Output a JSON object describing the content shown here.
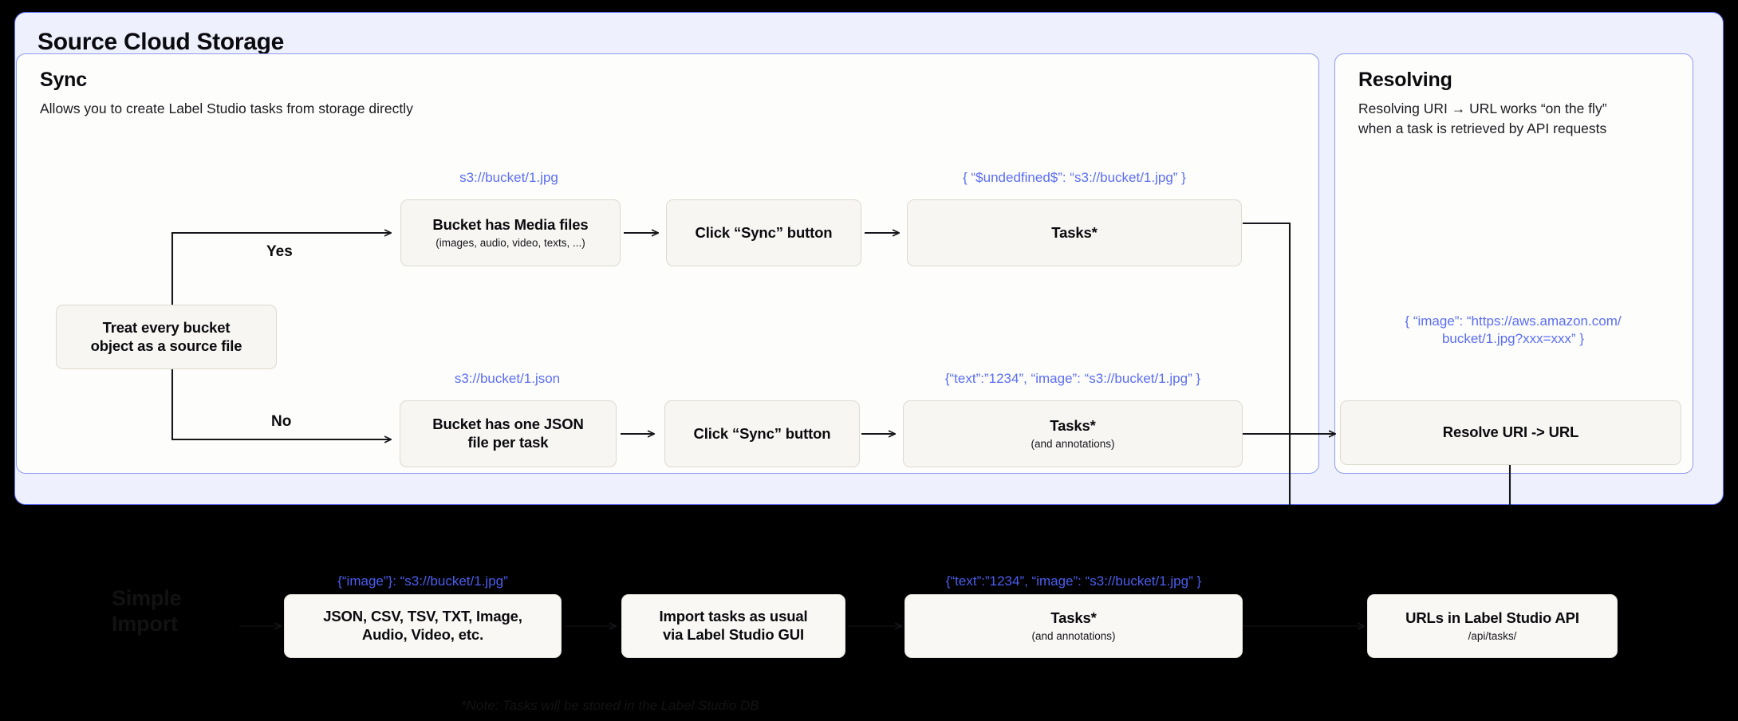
{
  "card": {
    "title": "Source Cloud Storage",
    "accent_color": "#5b6ef5",
    "background_color": "#eef0fd"
  },
  "panels": {
    "sync": {
      "title": "Sync",
      "subtitle": "Allows you to create Label Studio tasks from storage directly"
    },
    "resolving": {
      "title": "Resolving",
      "subtitle": "Resolving URI → URL works “on the fly”\nwhen a task is retrieved by API requests"
    }
  },
  "decision": {
    "label": "Treat every bucket\nobject as a source file",
    "yes_label": "Yes",
    "no_label": "No"
  },
  "yes_branch": {
    "payload_in": "s3://bucket/1.jpg",
    "bucket_box": {
      "title": "Bucket has Media files",
      "subtitle": "(images, audio, video, texts, ...)"
    },
    "sync_box": "Click “Sync” button",
    "payload_out": "{ “$undedfined$”: “s3://bucket/1.jpg” }",
    "tasks_box": {
      "title": "Tasks*",
      "subtitle": ""
    }
  },
  "no_branch": {
    "payload_in": "s3://bucket/1.json",
    "bucket_box": {
      "title": "Bucket has one JSON\nfile per task",
      "subtitle": ""
    },
    "sync_box": "Click “Sync” button",
    "payload_out": "{“text”:”1234”,  “image”: “s3://bucket/1.jpg” }",
    "tasks_box": {
      "title": "Tasks*",
      "subtitle": "(and annotations)"
    }
  },
  "resolving_flow": {
    "payload": "{ “image”: “https://aws.amazon.com/\nbucket/1.jpg?xxx=xxx” }",
    "resolve_box": "Resolve URI -> URL"
  },
  "bottom_row": {
    "ghost_title": "Simple\nImport",
    "formats_payload": "{“image”}: “s3://bucket/1.jpg”",
    "formats_box": {
      "title": "JSON, CSV, TSV, TXT, Image,\nAudio, Video, etc.",
      "subtitle": ""
    },
    "import_box": {
      "title": "Import tasks as usual\nvia Label Studio GUI",
      "subtitle": ""
    },
    "tasks_payload": "{“text”:”1234”,  “image”: “s3://bucket/1.jpg” }",
    "tasks_box": {
      "title": "Tasks*",
      "subtitle": "(and annotations)"
    },
    "urls_box": {
      "title": "URLs in Label Studio API",
      "subtitle": "/api/tasks/"
    }
  },
  "footnote": "*Note: Tasks will be stored in the Label Studio DB"
}
